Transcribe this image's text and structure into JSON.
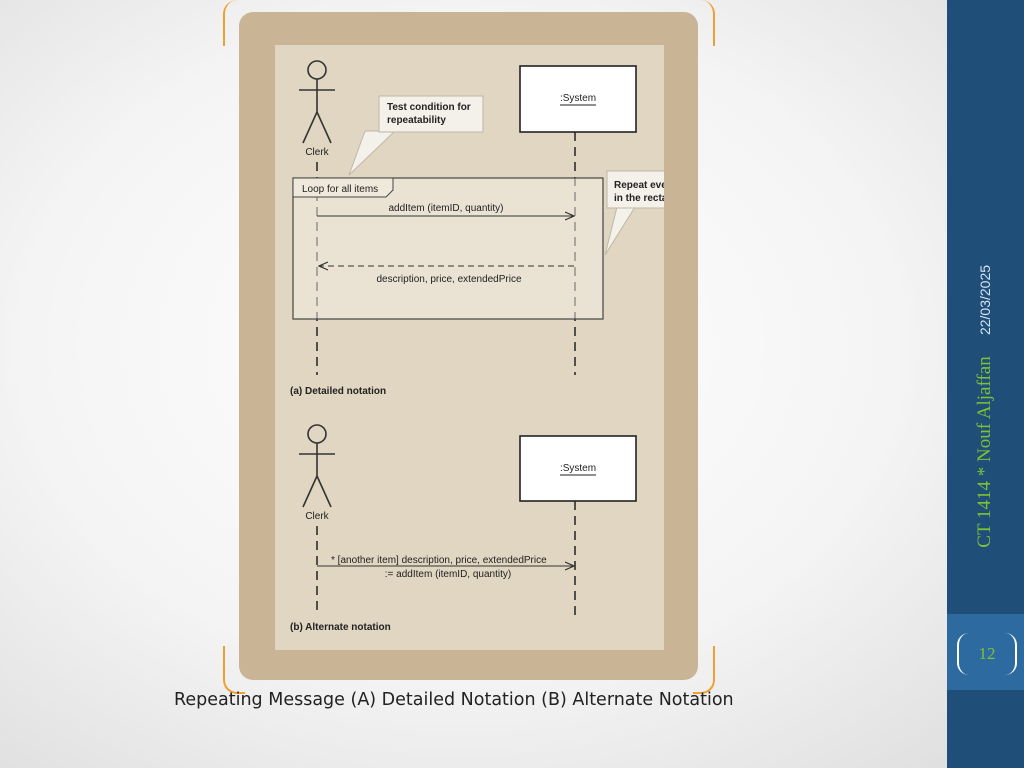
{
  "slide": {
    "date": "22/03/2025",
    "author": "CT 1414 * Nouf Aljaffan",
    "page_number": "12",
    "caption": "Repeating Message (A) Detailed Notation (B) Alternate Notation"
  },
  "diagram": {
    "part_a": {
      "actor": "Clerk",
      "system": ":System",
      "note_condition": [
        "Test condition for",
        "repeatability"
      ],
      "loop_label": "Loop for all items",
      "message": "addItem (itemID, quantity)",
      "return_message": "description, price, extendedPrice",
      "note_repeat": [
        "Repeat everything",
        "in the rectangle"
      ],
      "label": "(a) Detailed notation"
    },
    "part_b": {
      "actor": "Clerk",
      "system": ":System",
      "message_line1": "* [another item] description, price, extendedPrice",
      "message_line2": ":= addItem (itemID, quantity)",
      "label": "(b) Alternate notation"
    }
  },
  "colors": {
    "side_panel": "#1f4e79",
    "accent_green": "#7ec236",
    "frame": "#c9b595",
    "diagram_bg": "#e0d6c2",
    "bracket": "#f0a030"
  }
}
